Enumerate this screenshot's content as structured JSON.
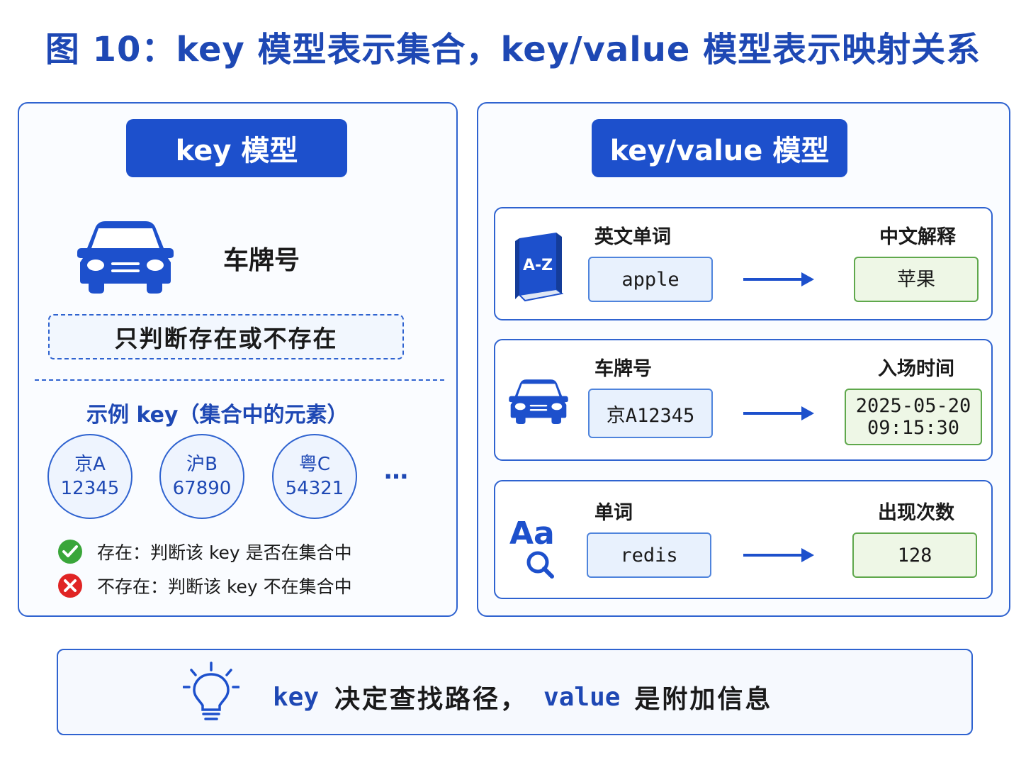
{
  "title": "图 10：key 模型表示集合，key/value 模型表示映射关系",
  "left_panel": {
    "header": "key 模型",
    "car_label": "车牌号",
    "exist_text": "只判断存在或不存在",
    "example_title": "示例 key（集合中的元素）",
    "elements": [
      {
        "line1": "京A",
        "line2": "12345"
      },
      {
        "line1": "沪B",
        "line2": "67890"
      },
      {
        "line1": "粤C",
        "line2": "54321"
      }
    ],
    "ellipsis": "…",
    "legend": [
      {
        "icon": "check-circle-icon",
        "color": "#3aa63a",
        "text": "存在：判断该 key 是否在集合中"
      },
      {
        "icon": "cross-circle-icon",
        "color": "#e02424",
        "text": "不存在：判断该 key 不在集合中"
      }
    ]
  },
  "right_panel": {
    "header": "key/value 模型",
    "rows": [
      {
        "icon": "dictionary-book-icon",
        "icon_text": "A-Z",
        "key_label": "英文单词",
        "value_label": "中文解释",
        "key": "apple",
        "value_line1": "苹果",
        "value_line2": ""
      },
      {
        "icon": "car-icon",
        "icon_text": "",
        "key_label": "车牌号",
        "value_label": "入场时间",
        "key": "京A12345",
        "value_line1": "2025-05-20",
        "value_line2": "09:15:30"
      },
      {
        "icon": "text-search-icon",
        "icon_text": "Aa",
        "key_label": "单词",
        "value_label": "出现次数",
        "key": "redis",
        "value_line1": "128",
        "value_line2": ""
      }
    ]
  },
  "bottom": {
    "icon": "lightbulb-icon",
    "key_word": "key",
    "text_mid": "决定查找路径，",
    "value_word": "value",
    "text_end": "是附加信息"
  },
  "colors": {
    "primary": "#1d50cc",
    "title": "#1e48b4",
    "border": "#2f63d0",
    "value_green": "#5fa84c",
    "check": "#3aa63a",
    "cross": "#e02424"
  }
}
